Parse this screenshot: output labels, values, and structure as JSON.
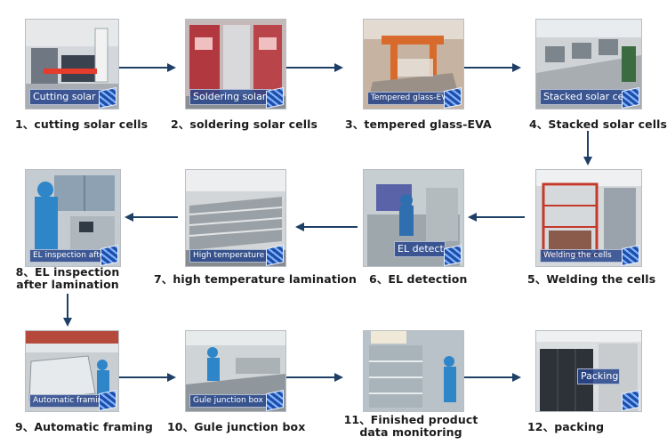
{
  "steps": [
    {
      "label": "1、cutting solar cells",
      "caption": "Cutting solar cells"
    },
    {
      "label": "2、soldering solar cells",
      "caption": "Soldering solar cells"
    },
    {
      "label": "3、tempered glass-EVA",
      "caption": "Tempered glass-EVA"
    },
    {
      "label": "4、Stacked solar cells",
      "caption": "Stacked solar cells"
    },
    {
      "label": "5、Welding the cells",
      "caption": "Welding the cells"
    },
    {
      "label": "6、EL detection",
      "caption": "EL detection"
    },
    {
      "label": "7、high temperature lamination",
      "caption": "High temperature lamination"
    },
    {
      "label_line1": "8、EL inspection",
      "label_line2": "after lamination",
      "caption": "EL inspection after lamination"
    },
    {
      "label": "9、Automatic framing",
      "caption": "Automatic framing"
    },
    {
      "label": "10、Gule junction box",
      "caption": "Gule junction box"
    },
    {
      "label_line1": "11、Finished product",
      "label_line2": "data monitoring",
      "caption": ""
    },
    {
      "label": "12、packing",
      "caption": "Packing"
    }
  ],
  "colors": {
    "arrow": "#1e3f66",
    "caption_bg": "#28468c"
  }
}
